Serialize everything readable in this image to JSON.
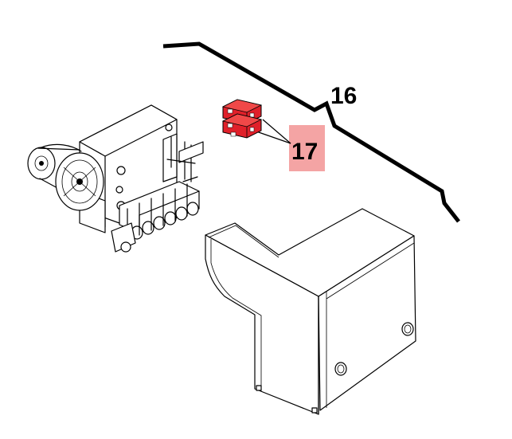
{
  "callouts": [
    {
      "id": "16",
      "label": "16"
    },
    {
      "id": "17",
      "label": "17"
    }
  ],
  "colors": {
    "highlight_fill": "#f4a4a4",
    "switch_red": "#e0202a",
    "line": "#000000",
    "background": "#ffffff"
  }
}
